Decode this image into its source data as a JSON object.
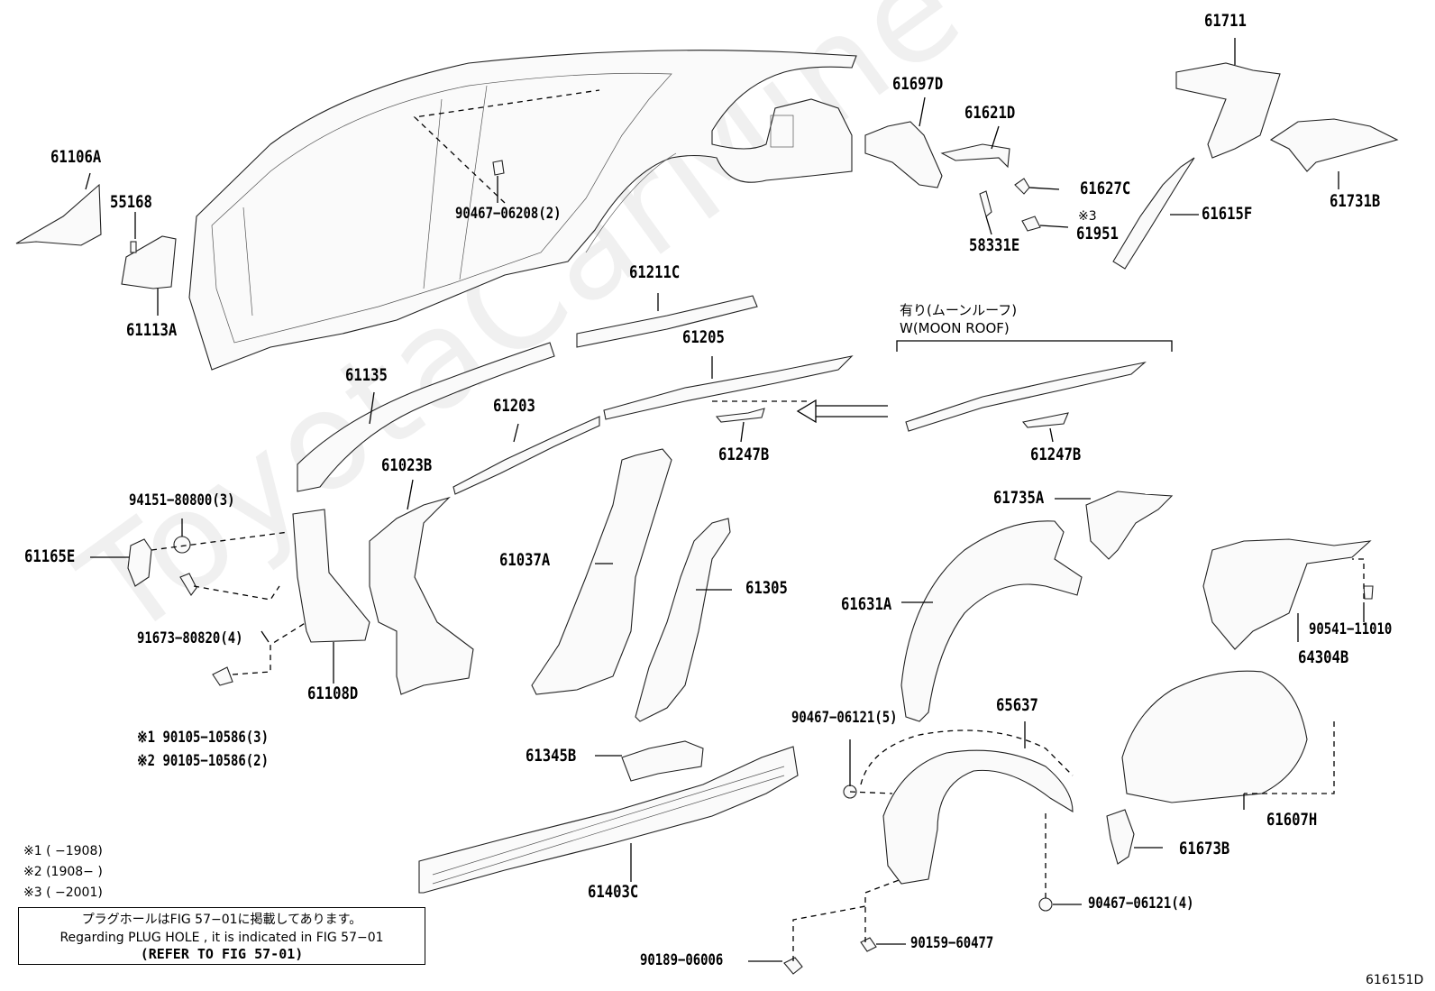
{
  "diagram_id": "616151D",
  "watermark": "ToyotaCarMine",
  "part_labels": {
    "p61711": "61711",
    "p61697D": "61697D",
    "p61621D": "61621D",
    "p61627C": "61627C",
    "p61615F": "61615F",
    "p61731B": "61731B",
    "p61951": "61951",
    "p61951_mark": "※3",
    "p58331E": "58331E",
    "p61106A": "61106A",
    "p55168": "55168",
    "p61113A": "61113A",
    "p90467_06208": "90467−06208(2)",
    "p61211C": "61211C",
    "p61205": "61205",
    "p61135": "61135",
    "p61203": "61203",
    "p61247B_a": "61247B",
    "p61247B_b": "61247B",
    "p61023B": "61023B",
    "p94151_80800": "94151−80800(3)",
    "p61165E": "61165E",
    "p91673_80820": "91673−80820(4)",
    "p61108D": "61108D",
    "p90105_10586_1": "※1 90105−10586(3)",
    "p90105_10586_2": "※2 90105−10586(2)",
    "p61037A": "61037A",
    "p61305": "61305",
    "p61345B": "61345B",
    "p61403C": "61403C",
    "p61735A": "61735A",
    "p61631A": "61631A",
    "p90541_11010": "90541−11010",
    "p64304B": "64304B",
    "p90467_06121_5": "90467−06121(5)",
    "p65637": "65637",
    "p61607H": "61607H",
    "p61673B": "61673B",
    "p90467_06121_4": "90467−06121(4)",
    "p90159_60477": "90159−60477",
    "p90189_06006": "90189−06006"
  },
  "moon_roof": {
    "jp": "有り(ムーンルーフ)",
    "en": "W(MOON ROOF)"
  },
  "notes": {
    "n1": "※1 (      −1908)",
    "n2": "※2 (1908−      )",
    "n3": "※3 (      −2001)"
  },
  "reference_box": {
    "jp": "プラグホールはFIG 57−01に掲載してあります。",
    "en": "Regarding  PLUG HOLE , it is indicated in FIG  57−01",
    "refer": "(REFER TO FIG 57-01)"
  }
}
